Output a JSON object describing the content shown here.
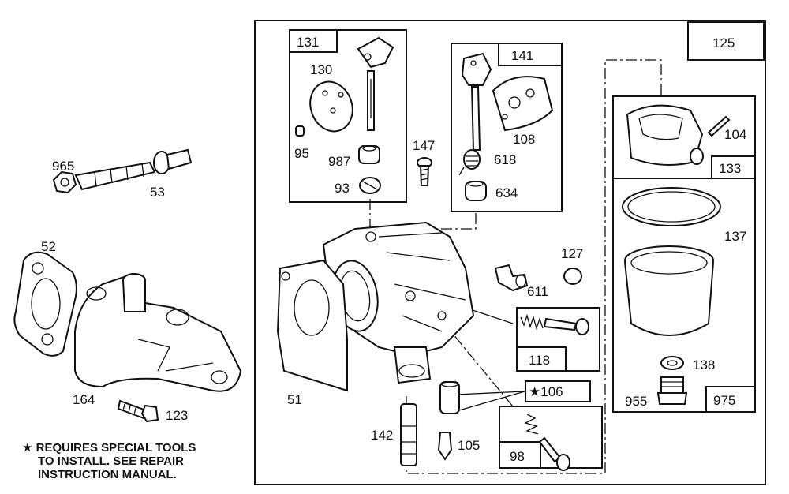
{
  "callouts": {
    "p131": "131",
    "p130": "130",
    "p95": "95",
    "p987": "987",
    "p93": "93",
    "p141": "141",
    "p108": "108",
    "p618": "618",
    "p634": "634",
    "p147": "147",
    "p125": "125",
    "p104": "104",
    "p133": "133",
    "p137": "137",
    "p127": "127",
    "p611": "611",
    "p118": "118",
    "p106": "★106",
    "p98": "98",
    "p138": "138",
    "p955": "955",
    "p975": "975",
    "p51": "51",
    "p142": "142",
    "p105": "105",
    "p965": "965",
    "p53": "53",
    "p52": "52",
    "p164": "164",
    "p123": "123"
  },
  "note": {
    "line1": "★ REQUIRES SPECIAL TOOLS",
    "line2": "TO INSTALL.  SEE REPAIR",
    "line3": "INSTRUCTION MANUAL."
  }
}
